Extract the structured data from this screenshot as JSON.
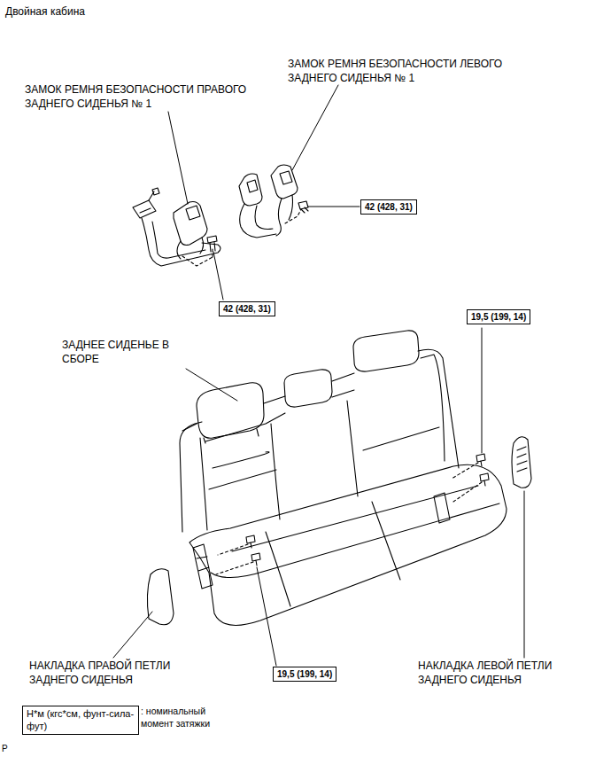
{
  "diagram": {
    "title": "Двойная кабина",
    "nodes": [
      {
        "text": [
          "42 (428, 31)"
        ]
      },
      {
        "text": [
          "42 (428, 31)"
        ]
      },
      {
        "text": [
          "19,5 (199, 14)"
        ]
      },
      {
        "text": [
          "19,5 (199, 14)"
        ]
      },
      {
        "text": [
          "Н*м (кгс*см, фунт-сила-фут)",
          ": номинальный момент затяжки"
        ]
      }
    ],
    "labels": [
      "ЗАМОК РЕМНЯ БЕЗОПАСНОСТИ ЛЕВОГО ЗАДНЕГО СИДЕНЬЯ № 1",
      "ЗАМОК РЕМНЯ БЕЗОПАСНОСТИ ПРАВОГО ЗАДНЕГО СИДЕНЬЯ № 1",
      "ЗАДНЕЕ СИДЕНЬЕ В СБОРЕ",
      "НАКЛАДКА ПРАВОЙ ПЕТЛИ ЗАДНЕГО СИДЕНЬЯ",
      "НАКЛАДКА ЛЕВОЙ ПЕТЛИ ЗАДНЕГО СИДЕНЬЯ",
      "P"
    ]
  }
}
